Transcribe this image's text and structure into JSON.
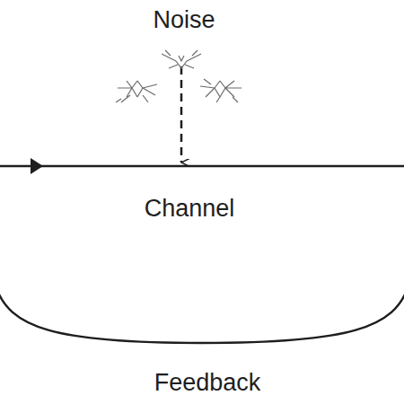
{
  "diagram": {
    "labels": [
      "Noise",
      "Channel",
      "Feedback"
    ]
  }
}
